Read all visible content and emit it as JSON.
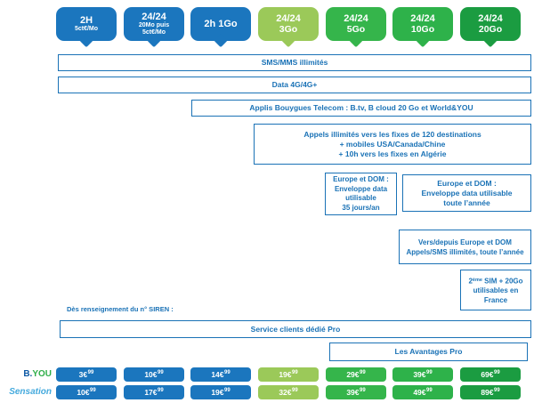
{
  "colors": {
    "accent_blue": "#1a72b6",
    "tab_blue": "#1b76be",
    "green_light": "#9bc959",
    "green_5go": "#35b54b",
    "green_10go": "#2eb24a",
    "green_dark": "#1b9c41",
    "byou_blue": "#0a57a4",
    "byou_green": "#2fae49",
    "sensation_blue": "#45aadd"
  },
  "plans": [
    {
      "line1": "2H",
      "line2": "5ct€/Mo",
      "line3": "",
      "color": "#1b76be"
    },
    {
      "line1": "24/24",
      "line2": "20Mo puis",
      "line3": "5ct€/Mo",
      "color": "#1b76be"
    },
    {
      "line1": "2h 1Go",
      "line2": "",
      "line3": "",
      "color": "#1b76be"
    },
    {
      "line1": "24/24",
      "line2": "3Go",
      "line3": "",
      "color": "#9bc959"
    },
    {
      "line1": "24/24",
      "line2": "5Go",
      "line3": "",
      "color": "#35b54b"
    },
    {
      "line1": "24/24",
      "line2": "10Go",
      "line3": "",
      "color": "#2eb24a"
    },
    {
      "line1": "24/24",
      "line2": "20Go",
      "line3": "",
      "color": "#1b9c41"
    }
  ],
  "features": {
    "sms": "SMS/MMS illimités",
    "data4g": "Data 4G/4G+",
    "applis": "Applis Bouygues Telecom : B.tv, B cloud 20 Go et World&YOU",
    "appels": {
      "line1": "Appels illimités vers les fixes de 120 destinations",
      "line2": "+ mobiles USA/Canada/Chine",
      "line3": "+ 10h vers les fixes en Algérie"
    },
    "europe_35": {
      "line1": "Europe et DOM :",
      "line2": "Enveloppe data",
      "line3": "utilisable",
      "line4": "35 jours/an"
    },
    "europe_year": {
      "line1": "Europe et DOM :",
      "line2": "Enveloppe data utilisable",
      "line3": "toute l’année"
    },
    "vers_depuis": {
      "line1": "Vers/depuis Europe et DOM",
      "line2": "Appels/SMS illimités, toute l’année"
    },
    "sim2": {
      "num": "2",
      "sup": "ème",
      "rest": " SIM + 20Go",
      "line2": "utilisables en",
      "line3": "France"
    },
    "siren_note": "Dès renseignement du n° SIREN :",
    "service": "Service clients dédié Pro",
    "avantages": "Les Avantages Pro"
  },
  "pricing": {
    "byou_label_b": "B.",
    "byou_label_you": "YOU",
    "sensation_label": "Sensation",
    "byou": [
      {
        "euros": "3€",
        "cents": "99"
      },
      {
        "euros": "10€",
        "cents": "99"
      },
      {
        "euros": "14€",
        "cents": "99"
      },
      {
        "euros": "19€",
        "cents": "99"
      },
      {
        "euros": "29€",
        "cents": "99"
      },
      {
        "euros": "39€",
        "cents": "99"
      },
      {
        "euros": "69€",
        "cents": "99"
      }
    ],
    "sensation": [
      {
        "euros": "10€",
        "cents": "99"
      },
      {
        "euros": "17€",
        "cents": "99"
      },
      {
        "euros": "19€",
        "cents": "99"
      },
      {
        "euros": "32€",
        "cents": "99"
      },
      {
        "euros": "39€",
        "cents": "99"
      },
      {
        "euros": "49€",
        "cents": "99"
      },
      {
        "euros": "89€",
        "cents": "99"
      }
    ]
  }
}
